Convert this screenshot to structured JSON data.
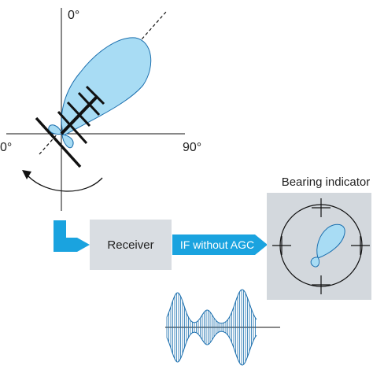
{
  "axis_labels": {
    "top": "0°",
    "left": "0°",
    "right": "90°"
  },
  "blocks": {
    "receiver": "Receiver",
    "if_arrow": "IF without AGC",
    "bearing_indicator": "Bearing indicator"
  },
  "colors": {
    "lobe_fill": "#a8dcf4",
    "lobe_stroke": "#1b6fae",
    "accent_blue": "#1aa3df",
    "block_gray": "#d9dde2",
    "indicator_gray": "#d3d8dd",
    "line": "#111111"
  }
}
